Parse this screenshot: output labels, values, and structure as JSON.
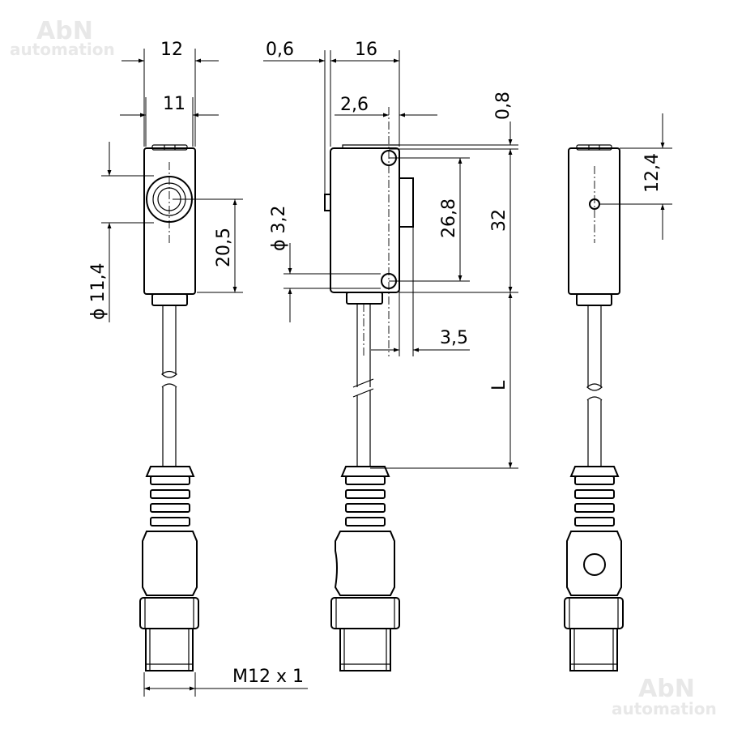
{
  "watermark": {
    "brand": "AbN",
    "sub": "automation"
  },
  "dims": {
    "w12": "12",
    "w11": "11",
    "d0_6": "0,6",
    "w16": "16",
    "d2_6": "2,6",
    "d0_8": "0,8",
    "h20_5": "20,5",
    "dia11_4": "ϕ 11,4",
    "dia3_2": "ϕ 3,2",
    "h26_8": "26,8",
    "h32": "32",
    "d3_5": "3,5",
    "L": "L",
    "h12_4": "12,4",
    "thread": "M12 x 1"
  },
  "colors": {
    "line": "#000000",
    "background": "#ffffff",
    "watermark": "#e8e8e8"
  }
}
